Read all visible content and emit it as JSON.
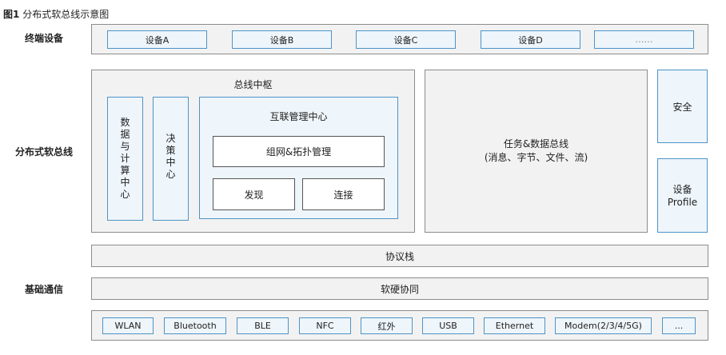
{
  "caption": {
    "fig_no": "图1",
    "title": "分布式软总线示意图"
  },
  "rows": {
    "terminal": "终端设备",
    "softbus": "分布式软总线",
    "base": "基础通信"
  },
  "devices": [
    "设备A",
    "设备B",
    "设备C",
    "设备D",
    "……"
  ],
  "softbus": {
    "hub_title": "总线中枢",
    "data_compute": "数据与计算中心",
    "decision": "决策中心",
    "interconnect_title": "互联管理中心",
    "networking": "组网&拓扑管理",
    "discover": "发现",
    "connect": "连接",
    "task_bus_title": "任务&数据总线",
    "task_bus_sub": "(消息、字节、文件、流)",
    "security": "安全",
    "profile_line1": "设备",
    "profile_line2": "Profile"
  },
  "base": {
    "protocol_stack": "协议栈",
    "hw_sw_collab": "软硬协同",
    "links": [
      "WLAN",
      "Bluetooth",
      "BLE",
      "NFC",
      "红外",
      "USB",
      "Ethernet",
      "Modem(2/3/4/5G)",
      "..."
    ]
  }
}
